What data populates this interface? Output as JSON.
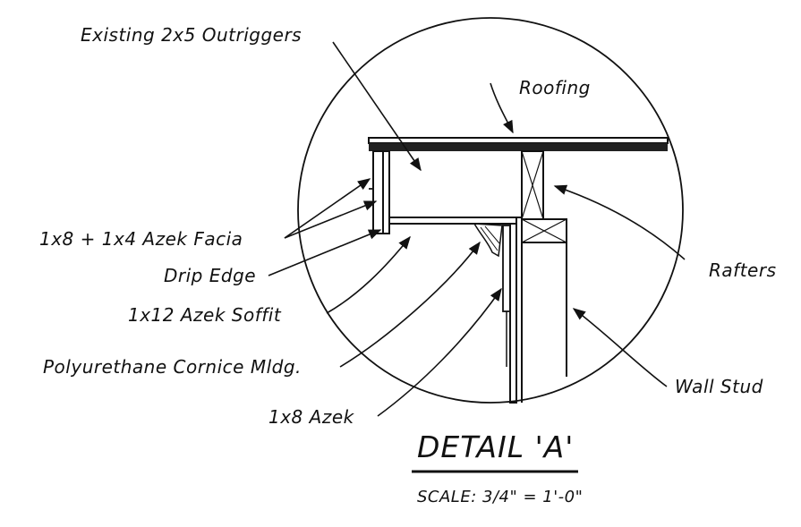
{
  "labels": {
    "outriggers": "Existing 2x5 Outriggers",
    "roofing": "Roofing",
    "facia": "1x8 + 1x4 Azek Facia",
    "drip_edge": "Drip Edge",
    "soffit": "1x12 Azek Soffit",
    "cornice": "Polyurethane Cornice Mldg.",
    "azek": "1x8 Azek",
    "rafters": "Rafters",
    "wall_stud": "Wall Stud"
  },
  "title": "DETAIL 'A'",
  "scale": "SCALE: 3/4\" = 1'-0\""
}
